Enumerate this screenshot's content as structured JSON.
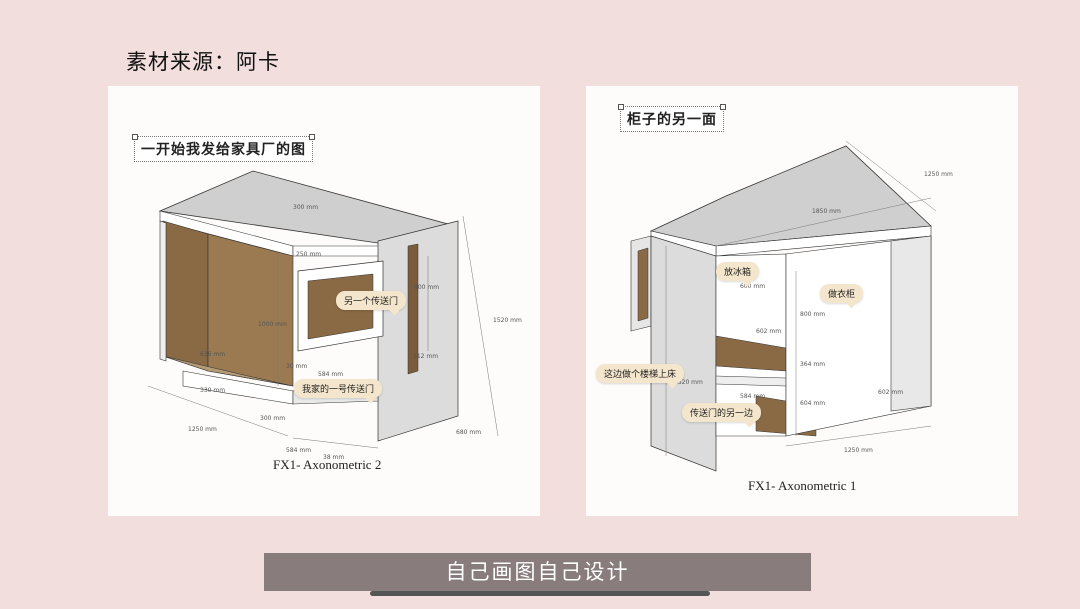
{
  "source_label": "素材来源：阿卡",
  "left": {
    "tag": "一开始我发给家具厂的图",
    "caption": "FX1- Axonometric 2",
    "bubbles": [
      "另一个传送门",
      "我家的一号传送门"
    ],
    "dims": [
      "300 mm",
      "250 mm",
      "800 mm",
      "1520 mm",
      "1000 mm",
      "636 mm",
      "330 mm",
      "312 mm",
      "584 mm",
      "30 mm",
      "1250 mm",
      "300 mm",
      "680 mm",
      "584 mm",
      "38 mm"
    ]
  },
  "right": {
    "tag": "柜子的另一面",
    "caption": "FX1- Axonometric 1",
    "bubbles": [
      "放冰箱",
      "做衣柜",
      "这边做个楼梯上床",
      "传送门的另一边"
    ],
    "dims": [
      "1250 mm",
      "1850 mm",
      "600 mm",
      "602 mm",
      "800 mm",
      "364 mm",
      "1520 mm",
      "584 mm",
      "604 mm",
      "602 mm",
      "1250 mm"
    ]
  },
  "banner": "自己画图自己设计",
  "colors": {
    "background": "#f3dede",
    "panel": "#fdfcfa",
    "bubble": "#f4e6cc",
    "banner": "#7a6e6e",
    "wood": "#8a6a45"
  }
}
